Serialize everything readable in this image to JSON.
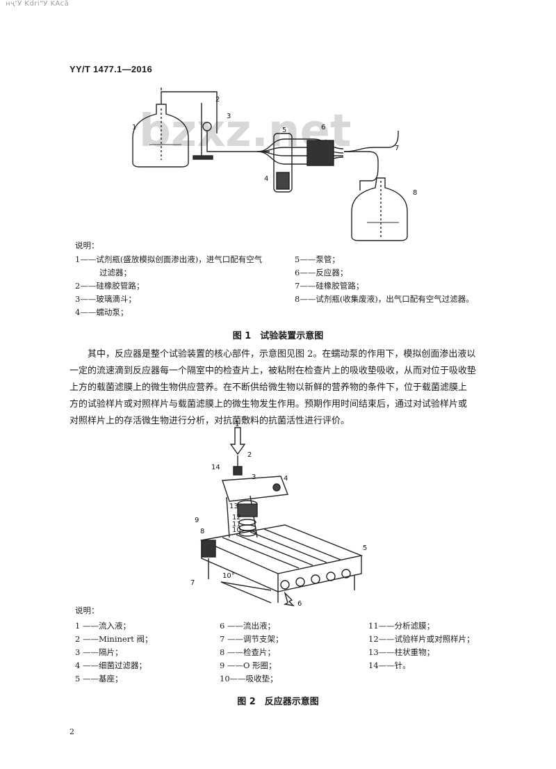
{
  "header": {
    "top_stamp": "нҷ‘Ӯ Kdrі\"Ӯ KAcӑ",
    "standard_code": "YY/T 1477.1—2016"
  },
  "watermark": "bzxz.net",
  "figure1": {
    "numbers": [
      "1",
      "2",
      "3",
      "4",
      "5",
      "6",
      "7",
      "8"
    ],
    "legend_title": "说明：",
    "legend_left": [
      "1——试剂瓶(盛放模拟创面渗出液)，进气口配有空气",
      "过滤器；",
      "2——硅橡胶管路；",
      "3——玻璃滴斗；",
      "4——蠕动泵；"
    ],
    "legend_right": [
      "5——泵管；",
      "6——反应器；",
      "7——硅橡胶管路；",
      "8——试剂瓶(收集废液)，出气口配有空气过滤器。"
    ],
    "caption": "图 1　试验装置示意图"
  },
  "paragraph": [
    "其中，反应器是整个试验装置的核心部件，示意图见图 2。在蠕动泵的作用下，模拟创面渗出液以",
    "一定的流速滴到反应器每一个隔室中的检查片上，被粘附在检查片上的吸收垫吸收，从而对位于吸收垫",
    "上方的载菌滤膜上的微生物供应营养。在不断供给微生物以新鲜的营养物的条件下，位于载菌滤膜上",
    "方的试验样片或对照样片与载菌滤膜上的微生物发生作用。预期作用时间结束后，通过对试验样片或",
    "对照样片上的存活微生物进行分析，对抗菌敷料的抗菌活性进行评价。"
  ],
  "figure2": {
    "numbers": [
      "1",
      "2",
      "3",
      "4",
      "5",
      "6",
      "7",
      "8",
      "9",
      "10",
      "11",
      "12",
      "13",
      "14"
    ],
    "angle_label": "10°",
    "legend_title": "说明：",
    "legend_col1": [
      "1 ——流入液；",
      "2 ——Mininert 阀；",
      "3 ——隔片；",
      "4 ——细菌过滤器；",
      "5 ——基座；"
    ],
    "legend_col2": [
      "6 ——流出液；",
      "7 ——调节支架；",
      "8 ——检查片；",
      "9 ——O 形圈；",
      "10——吸收垫；"
    ],
    "legend_col3": [
      "11——分析滤膜；",
      "12——试验样片或对照样片；",
      "13——柱状重物；",
      "14——针。"
    ],
    "caption": "图 2　反应器示意图"
  },
  "page_number": "2"
}
